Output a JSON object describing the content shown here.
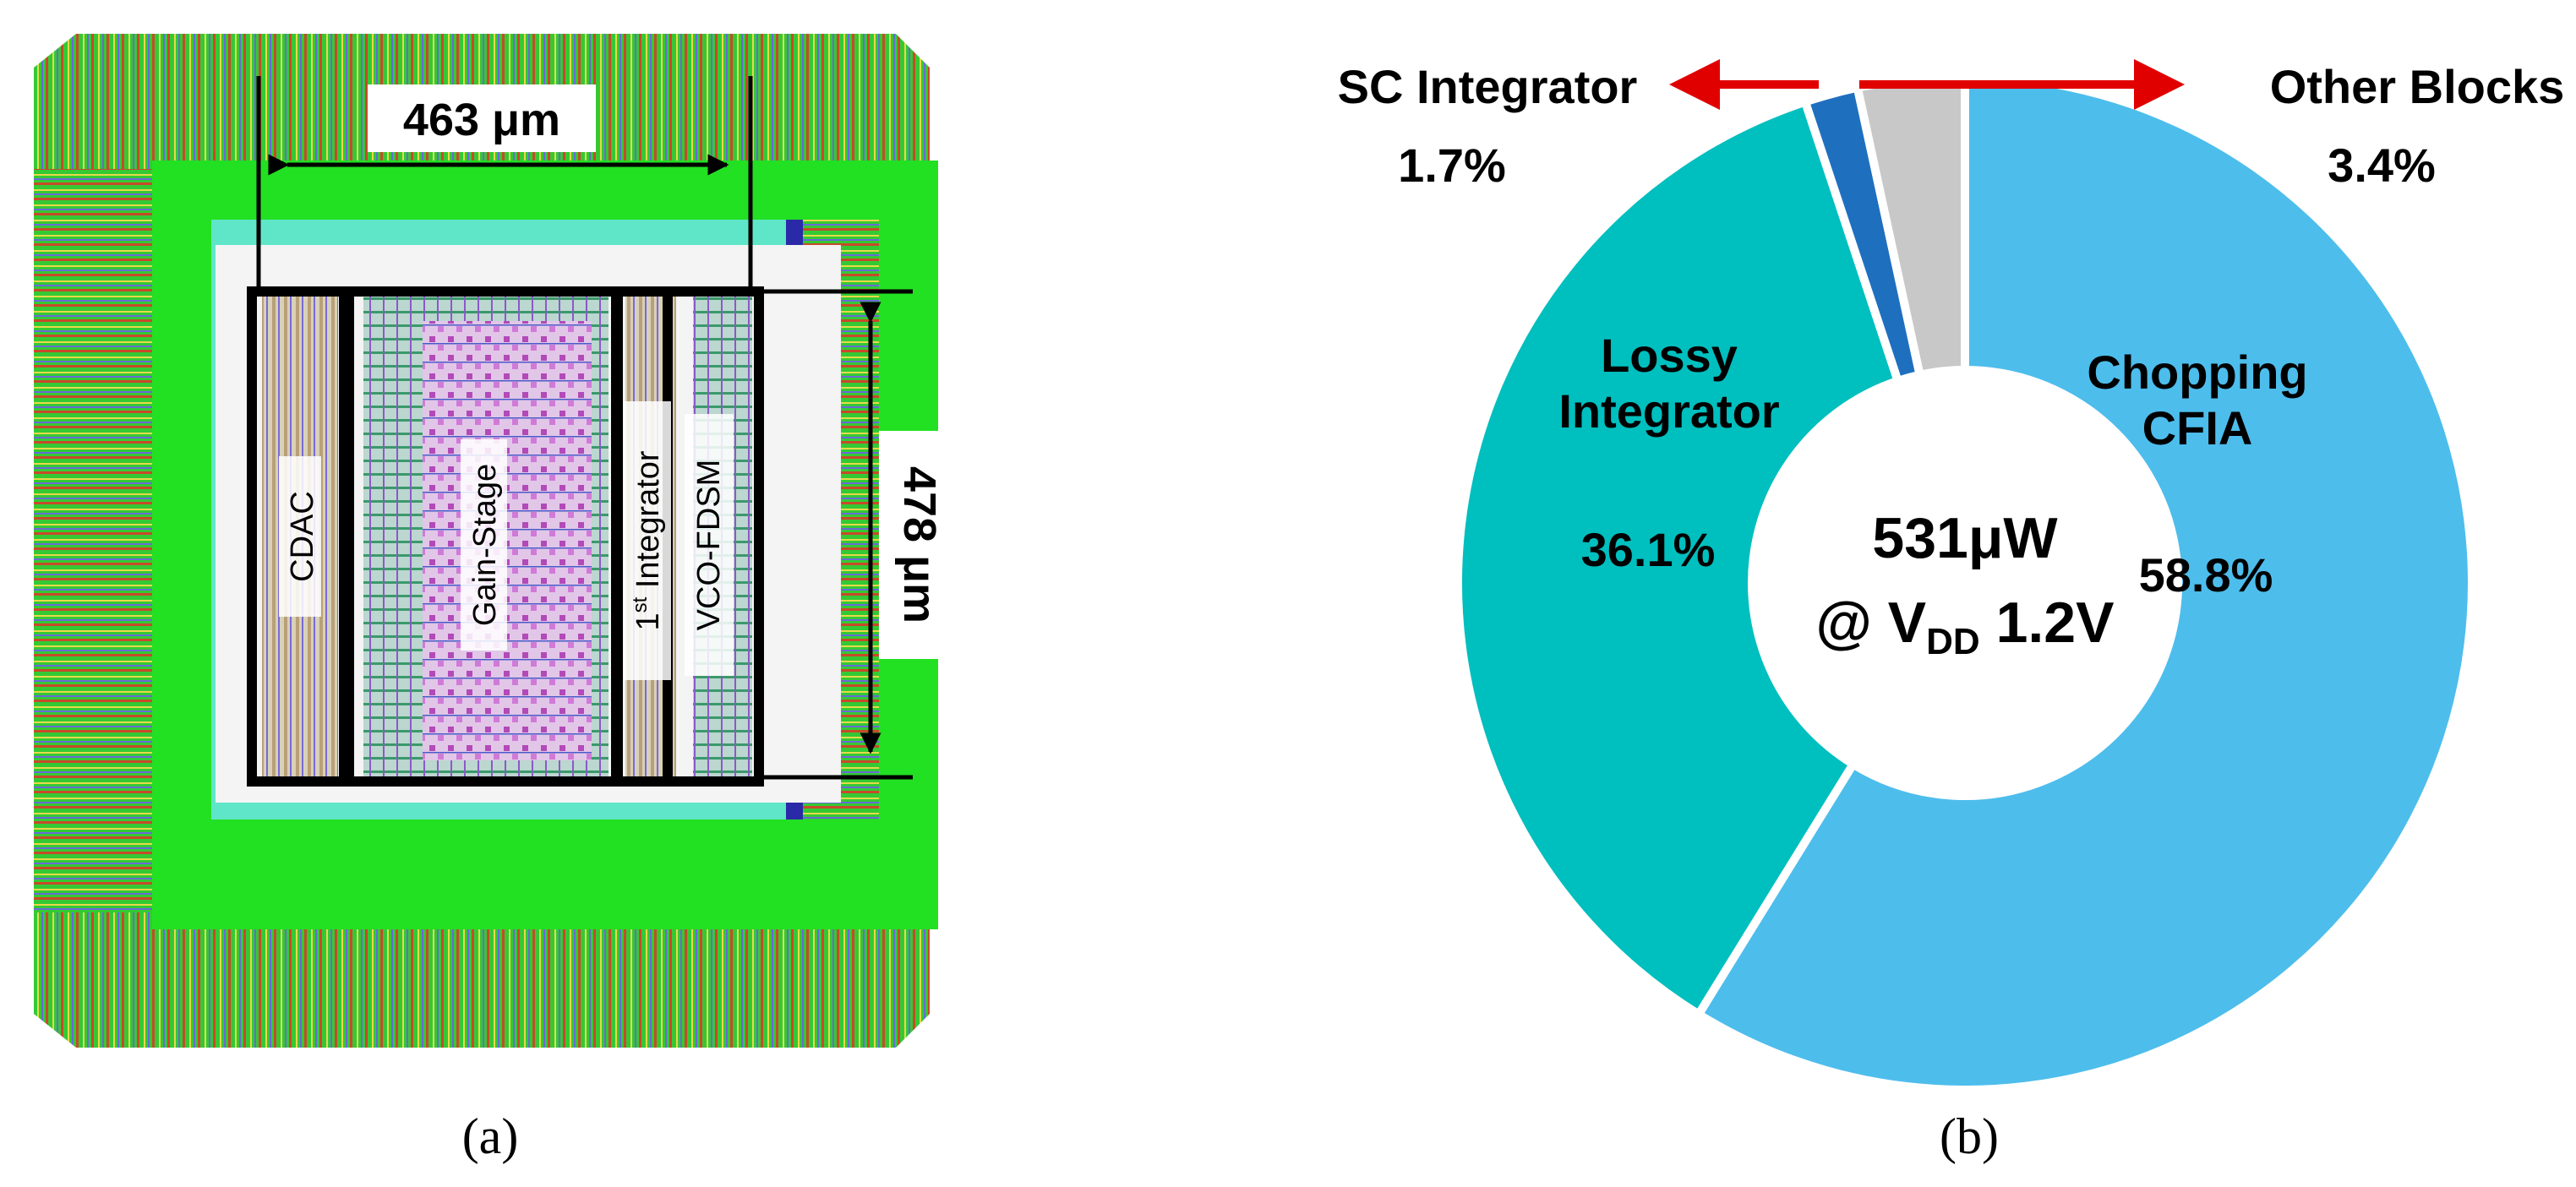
{
  "captions": {
    "a": "(a)",
    "b": "(b)"
  },
  "layout_panel": {
    "width_label": "463 μm",
    "height_label": "478 μm",
    "blocks": [
      "CDAC",
      "Gain-Stage",
      "Integrator",
      "VCO-FDSM"
    ],
    "integrator_prefix": "1",
    "integrator_sup": "st",
    "colors": {
      "pad_green": "#2fd62f",
      "ring_green": "#22e022",
      "metal_blue": "#2a2aa8",
      "frame": "#000000"
    }
  },
  "chart_data": {
    "type": "pie",
    "donut": true,
    "slices": [
      {
        "label_lines": [
          "Chopping",
          "CFIA"
        ],
        "value": 58.8,
        "value_label": "58.8%",
        "color": "#4dbdec"
      },
      {
        "label_lines": [
          "Lossy",
          "Integrator"
        ],
        "value": 36.1,
        "value_label": "36.1%",
        "color": "#00bfbf"
      },
      {
        "label_lines": [
          "SC Integrator"
        ],
        "value": 1.7,
        "value_label": "1.7%",
        "color": "#1f6fbf"
      },
      {
        "label_lines": [
          "Other Blocks"
        ],
        "value": 3.4,
        "value_label": "3.4%",
        "color": "#c8c8c8"
      }
    ],
    "center_line1": "531μW",
    "center_line2_prefix": "@ V",
    "center_line2_sub": "DD",
    "center_line2_suffix": " 1.2V",
    "arrow_color": "#e00000"
  }
}
